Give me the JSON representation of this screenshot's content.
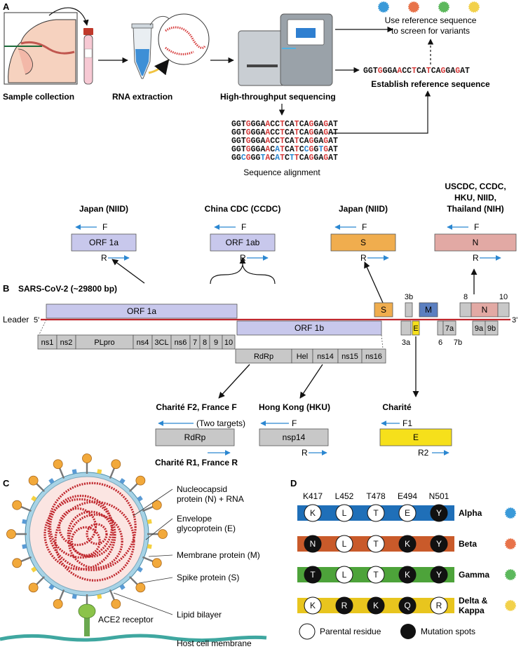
{
  "panel_a": {
    "letter": "A",
    "steps": {
      "sample": "Sample collection",
      "rna": "RNA extraction",
      "hts": "High-throughput sequencing",
      "alignment": "Sequence alignment",
      "establish": "Establish reference sequence",
      "use_ref_1": "Use reference sequence",
      "use_ref_2": "to screen for variants"
    },
    "reference_sequence": "GGTGGGAACCTCATCAGGAGAT",
    "alignment_reads": [
      "GGTGGGAACCTCATCAGGAGAT",
      "GGTGGGAACCTCATCAGGAGAT",
      "GGTGGGAACCTCATCAGGAGAT",
      "GGTGGGAACATCATCCGGTGAT",
      "GGCGGGTACATCTTCAGGAGAT"
    ],
    "variant_dot_colors": [
      "#3a9ad9",
      "#e8734a",
      "#5cb85c",
      "#f2d14b"
    ]
  },
  "panel_b": {
    "letter": "B",
    "title": "SARS-CoV-2 (~29800 bp)",
    "leader": "Leader",
    "five_prime": "5'",
    "three_prime": "3'",
    "orf1a": "ORF 1a",
    "orf1b": "ORF 1b",
    "accessory": {
      "S": "S",
      "3b": "3b",
      "M": "M",
      "8": "8",
      "N": "N",
      "10": "10",
      "3a": "3a",
      "E": "E",
      "6": "6",
      "7a": "7a",
      "7b": "7b",
      "9a": "9a",
      "9b": "9b"
    },
    "nsp_top": [
      "ns1",
      "ns2",
      "PLpro",
      "ns4",
      "3CL",
      "ns6",
      "7",
      "8",
      "9",
      "10"
    ],
    "nsp_bottom": [
      "RdRp",
      "Hel",
      "ns14",
      "ns15",
      "ns16"
    ],
    "assays_top": [
      {
        "lab": [
          "Japan (NIID)"
        ],
        "target": "ORF 1a",
        "fwd": "F",
        "rev": "R"
      },
      {
        "lab": [
          "China CDC (CCDC)"
        ],
        "target": "ORF 1ab",
        "fwd": "F",
        "rev": "R"
      },
      {
        "lab": [
          "Japan (NIID)"
        ],
        "target": "S",
        "fwd": "F",
        "rev": "R"
      },
      {
        "lab": [
          "USCDC, CCDC,",
          "HKU, NIID,",
          "Thailand (NIH)"
        ],
        "target": "N",
        "fwd": "F",
        "rev": "R"
      }
    ],
    "assays_bottom": [
      {
        "lab": "Charité F2, France F",
        "note": "(Two targets)",
        "target": "RdRp",
        "lab2": "Charité R1, France R"
      },
      {
        "lab": "Hong Kong (HKU)",
        "target": "nsp14",
        "fwd": "F",
        "rev": "R"
      },
      {
        "lab": "Charité",
        "target": "E",
        "fwd": "F1",
        "rev": "R2"
      }
    ]
  },
  "panel_c": {
    "letter": "C",
    "labels": {
      "n1": "Nucleocapsid",
      "n2": "protein (N) + RNA",
      "e1": "Envelope",
      "e2": "glycoprotein (E)",
      "m": "Membrane protein (M)",
      "s": "Spike protein (S)",
      "lipid": "Lipid bilayer",
      "ace2": "ACE2 receptor",
      "host": "Host cell membrane"
    }
  },
  "panel_d": {
    "letter": "D",
    "positions": [
      "K417",
      "L452",
      "T478",
      "E494",
      "N501"
    ],
    "variants": [
      {
        "name": [
          "Alpha"
        ],
        "color": "#1f6fb8",
        "dot": "#3a9ad9",
        "residues": [
          "K",
          "L",
          "T",
          "E",
          "Y"
        ],
        "mutated": [
          false,
          false,
          false,
          false,
          true
        ]
      },
      {
        "name": [
          "Beta"
        ],
        "color": "#c95a2a",
        "dot": "#e8734a",
        "residues": [
          "N",
          "L",
          "T",
          "K",
          "Y"
        ],
        "mutated": [
          true,
          false,
          false,
          true,
          true
        ]
      },
      {
        "name": [
          "Gamma"
        ],
        "color": "#4da33a",
        "dot": "#5cb85c",
        "residues": [
          "T",
          "L",
          "T",
          "K",
          "Y"
        ],
        "mutated": [
          true,
          false,
          false,
          true,
          true
        ]
      },
      {
        "name": [
          "Delta &",
          "Kappa"
        ],
        "color": "#e8c51e",
        "dot": "#f2d14b",
        "residues": [
          "K",
          "R",
          "K",
          "Q",
          "R"
        ],
        "mutated": [
          false,
          true,
          true,
          true,
          false
        ]
      }
    ],
    "legend_parental": "Parental residue",
    "legend_mutation": "Mutation spots"
  }
}
